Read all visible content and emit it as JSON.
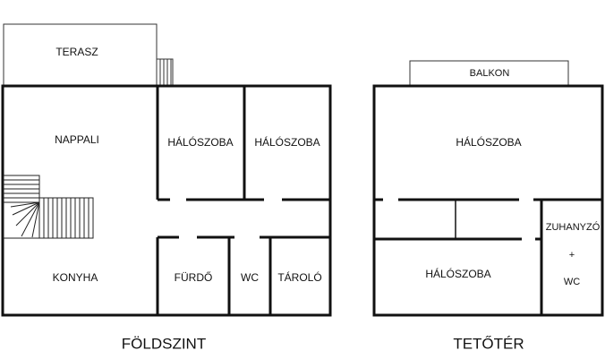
{
  "ground_floor": {
    "caption": "FÖLDSZINT",
    "rooms": {
      "terrace": "TERASZ",
      "living_room": "NAPPALI",
      "bedroom_1": "HÁLÓSZOBA",
      "bedroom_2": "HÁLÓSZOBA",
      "kitchen": "KONYHA",
      "bathroom": "FÜRDŐ",
      "wc": "WC",
      "storage": "TÁROLÓ"
    }
  },
  "attic": {
    "caption": "TETŐTÉR",
    "rooms": {
      "balcony": "BALKON",
      "bedroom_top": "HÁLÓSZOBA",
      "bedroom_bottom": "HÁLÓSZOBA",
      "shower_line1": "ZUHANYZÓ",
      "shower_line2": "+",
      "shower_line3": "WC"
    }
  }
}
